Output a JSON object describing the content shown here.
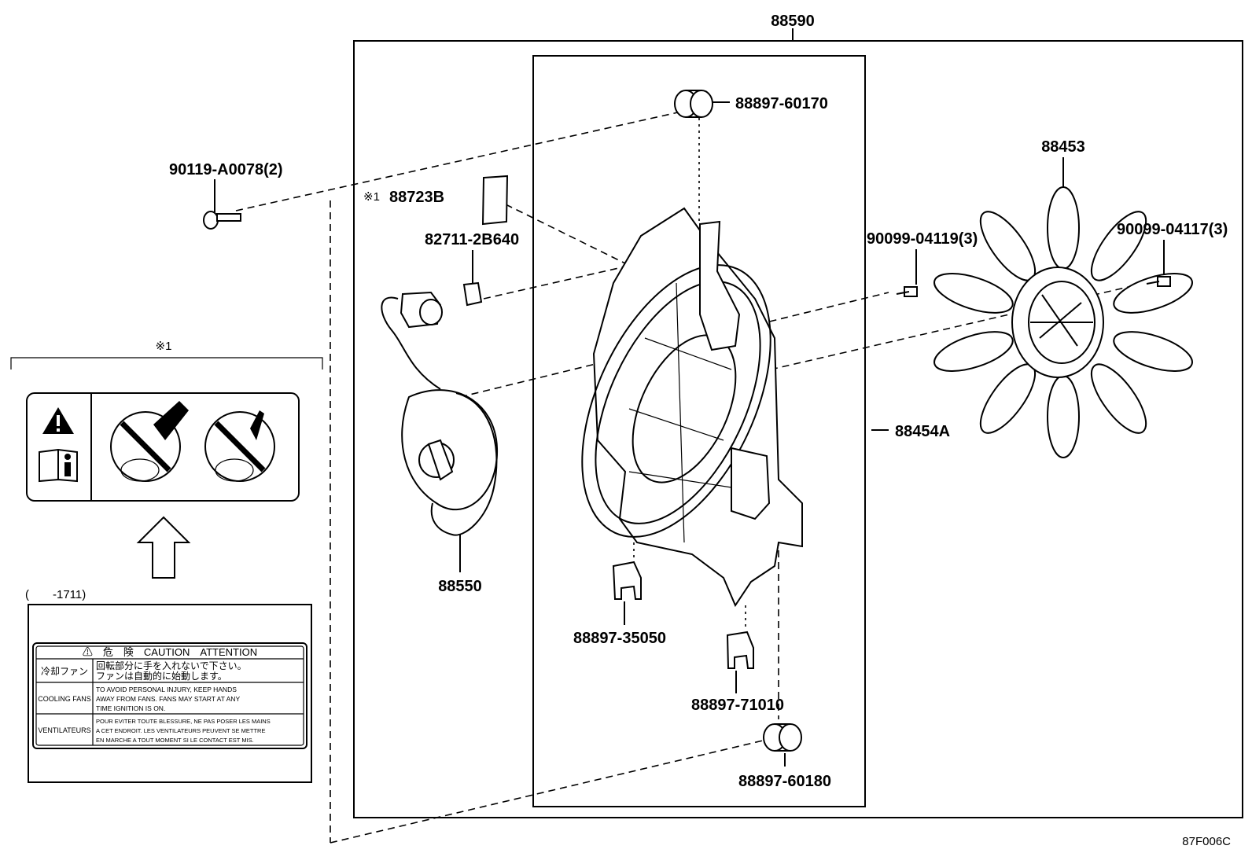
{
  "parts": {
    "assembly": "88590",
    "grommet_top": "88897-60170",
    "bolt": "90119-A0078(2)",
    "caution_plate": "88723B",
    "caution_plate_note_mark": "※1",
    "clip_connector": "82711-2B640",
    "motor": "88550",
    "shroud": "88454A",
    "fan": "88453",
    "nut_left": "90099-04119(3)",
    "nut_right": "90099-04117(3)",
    "clamp_a": "88897-35050",
    "clamp_b": "88897-71010",
    "grommet_bottom": "88897-60180"
  },
  "note": {
    "mark": "※1",
    "date_range": "(　　-1711)"
  },
  "caution_label": {
    "header": "⚠　危　険　CAUTION　ATTENTION",
    "rows": [
      {
        "lang": "冷却ファン",
        "text1": "回転部分に手を入れないで下さい。",
        "text2": "ファンは自動的に始動します。",
        "text3": ""
      },
      {
        "lang": "COOLING FANS",
        "text1": "TO AVOID PERSONAL INJURY, KEEP HANDS",
        "text2": "AWAY FROM FANS. FANS MAY START AT ANY",
        "text3": "TIME IGNITION IS ON."
      },
      {
        "lang": "VENTILATEURS",
        "text1": "POUR EVITER TOUTE BLESSURE, NE PAS POSER LES MAINS",
        "text2": "A CET ENDROIT. LES VENTILATEURS PEUVENT SE METTRE",
        "text3": "EN MARCHE A TOUT MOMENT SI LE CONTACT EST MIS."
      }
    ]
  },
  "figure_code": "87F006C"
}
